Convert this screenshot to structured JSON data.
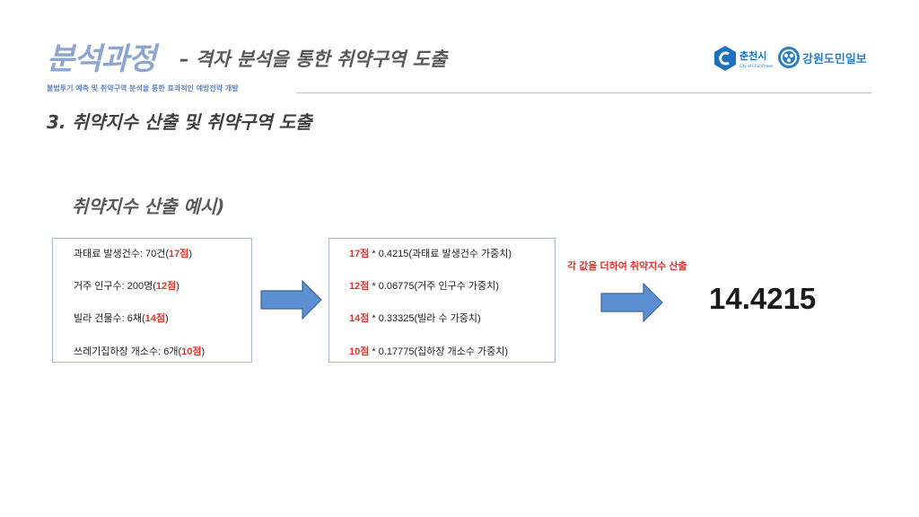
{
  "header": {
    "title_main": "분석과정",
    "title_sub": "– 격자 분석을 통한 취약구역 도출",
    "subheader": "불법투기 예측 및 취약구역 분석을 통한 효과적인 예방전략 개발"
  },
  "logos": {
    "chuncheon_name": "춘천시",
    "chuncheon_eng": "City of ChunCheon",
    "gangwon_name": "강원도민일보"
  },
  "section_heading": "3. 취약지수 산출 및 취약구역 도출",
  "example_heading": "취약지수 산출 예시)",
  "input_box": {
    "items": [
      {
        "label": "과태료 발생건수: 70건(",
        "score": "17점",
        "suffix": ")"
      },
      {
        "label": "거주 인구수: 200명(",
        "score": "12점",
        "suffix": ")"
      },
      {
        "label": "빌라 건물수: 6채(",
        "score": "14점",
        "suffix": ")"
      },
      {
        "label": "쓰레기집하장 개소수: 6개(",
        "score": "10점",
        "suffix": ")"
      }
    ]
  },
  "weight_box": {
    "items": [
      {
        "score": "17점",
        "formula": " * 0.4215(과태료 발생건수 가중치)"
      },
      {
        "score": "12점",
        "formula": " * 0.06775(거주 인구수 가중치)"
      },
      {
        "score": "14점",
        "formula": " * 0.33325(빌라 수 가중치)"
      },
      {
        "score": "10점",
        "formula": " * 0.17775(집하장 개소수 가중치)"
      }
    ]
  },
  "note": "각 값을 더하여 취약지수 산출",
  "result": "14.4215",
  "colors": {
    "accent_blue": "#8da6cf",
    "arrow_fill": "#5b8fd1",
    "highlight_red": "#e0342c"
  },
  "icons": [
    "chuncheon-logo-icon",
    "gangwon-logo-icon",
    "right-arrow-icon"
  ]
}
